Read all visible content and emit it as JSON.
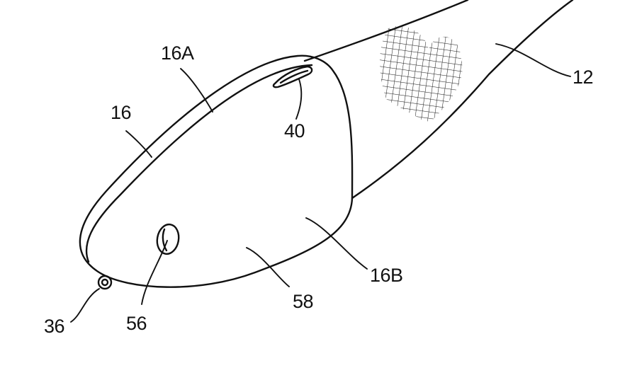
{
  "figure": {
    "labels": {
      "body": "12",
      "housing": "16",
      "upper_shell": "16A",
      "lower_shell": "16B",
      "pivot": "36",
      "slot": "40",
      "button": "56",
      "front_face": "58"
    },
    "colors": {
      "ink": "#111111",
      "background": "#ffffff"
    }
  }
}
